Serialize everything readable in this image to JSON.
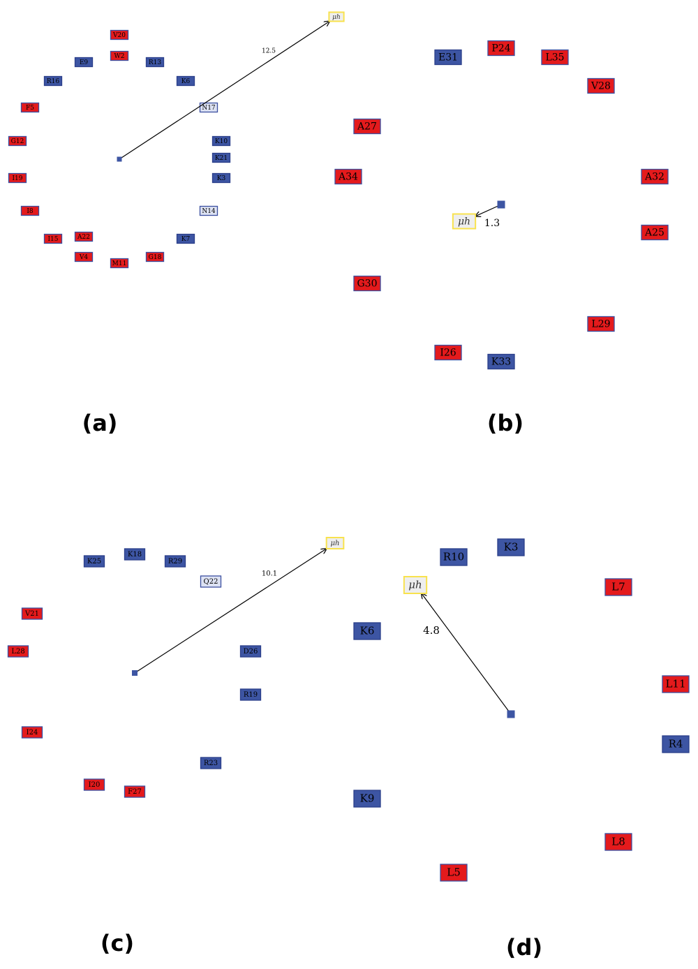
{
  "colors": {
    "hydrophobic": "#e41a1c",
    "charged": "#3d55a3",
    "polar": "#dde2f3",
    "mu": "#f8e24e",
    "border": "#3b4fa0"
  },
  "panels": [
    {
      "id": "a",
      "label": "(a)",
      "moment": "12.5",
      "mu_label": "μh",
      "residues": [
        {
          "name": "V20",
          "type": "hydrophobic"
        },
        {
          "name": "W2",
          "type": "hydrophobic"
        },
        {
          "name": "E9",
          "type": "charged"
        },
        {
          "name": "R13",
          "type": "charged"
        },
        {
          "name": "R16",
          "type": "charged"
        },
        {
          "name": "K6",
          "type": "charged"
        },
        {
          "name": "F5",
          "type": "hydrophobic"
        },
        {
          "name": "N17",
          "type": "polar"
        },
        {
          "name": "G12",
          "type": "hydrophobic"
        },
        {
          "name": "K10",
          "type": "charged"
        },
        {
          "name": "K21",
          "type": "charged"
        },
        {
          "name": "I19",
          "type": "hydrophobic"
        },
        {
          "name": "K3",
          "type": "charged"
        },
        {
          "name": "I8",
          "type": "hydrophobic"
        },
        {
          "name": "N14",
          "type": "polar"
        },
        {
          "name": "I15",
          "type": "hydrophobic"
        },
        {
          "name": "A22",
          "type": "hydrophobic"
        },
        {
          "name": "K7",
          "type": "charged"
        },
        {
          "name": "V4",
          "type": "hydrophobic"
        },
        {
          "name": "M11",
          "type": "hydrophobic"
        },
        {
          "name": "G18",
          "type": "hydrophobic"
        }
      ]
    },
    {
      "id": "b",
      "label": "(b)",
      "moment": "1.3",
      "mu_label": "μh",
      "residues": [
        {
          "name": "P24",
          "type": "hydrophobic"
        },
        {
          "name": "E31",
          "type": "charged"
        },
        {
          "name": "L35",
          "type": "hydrophobic"
        },
        {
          "name": "V28",
          "type": "hydrophobic"
        },
        {
          "name": "A27",
          "type": "hydrophobic"
        },
        {
          "name": "A34",
          "type": "hydrophobic"
        },
        {
          "name": "A32",
          "type": "hydrophobic"
        },
        {
          "name": "A25",
          "type": "hydrophobic"
        },
        {
          "name": "G30",
          "type": "hydrophobic"
        },
        {
          "name": "L29",
          "type": "hydrophobic"
        },
        {
          "name": "I26",
          "type": "hydrophobic"
        },
        {
          "name": "K33",
          "type": "charged"
        }
      ]
    },
    {
      "id": "c",
      "label": "(c)",
      "moment": "10.1",
      "mu_label": "μh",
      "residues": [
        {
          "name": "K18",
          "type": "charged"
        },
        {
          "name": "K25",
          "type": "charged"
        },
        {
          "name": "R29",
          "type": "charged"
        },
        {
          "name": "Q22",
          "type": "polar"
        },
        {
          "name": "V21",
          "type": "hydrophobic"
        },
        {
          "name": "L28",
          "type": "hydrophobic"
        },
        {
          "name": "D26",
          "type": "charged"
        },
        {
          "name": "R19",
          "type": "charged"
        },
        {
          "name": "I24",
          "type": "hydrophobic"
        },
        {
          "name": "R23",
          "type": "charged"
        },
        {
          "name": "I20",
          "type": "hydrophobic"
        },
        {
          "name": "F27",
          "type": "hydrophobic"
        }
      ]
    },
    {
      "id": "d",
      "label": "(d)",
      "moment": "4.8",
      "mu_label": "μh",
      "residues": [
        {
          "name": "K3",
          "type": "charged"
        },
        {
          "name": "R10",
          "type": "charged"
        },
        {
          "name": "K6",
          "type": "charged"
        },
        {
          "name": "L7",
          "type": "hydrophobic"
        },
        {
          "name": "L11",
          "type": "hydrophobic"
        },
        {
          "name": "R4",
          "type": "charged"
        },
        {
          "name": "K9",
          "type": "charged"
        },
        {
          "name": "L8",
          "type": "hydrophobic"
        },
        {
          "name": "L5",
          "type": "hydrophobic"
        }
      ]
    }
  ]
}
